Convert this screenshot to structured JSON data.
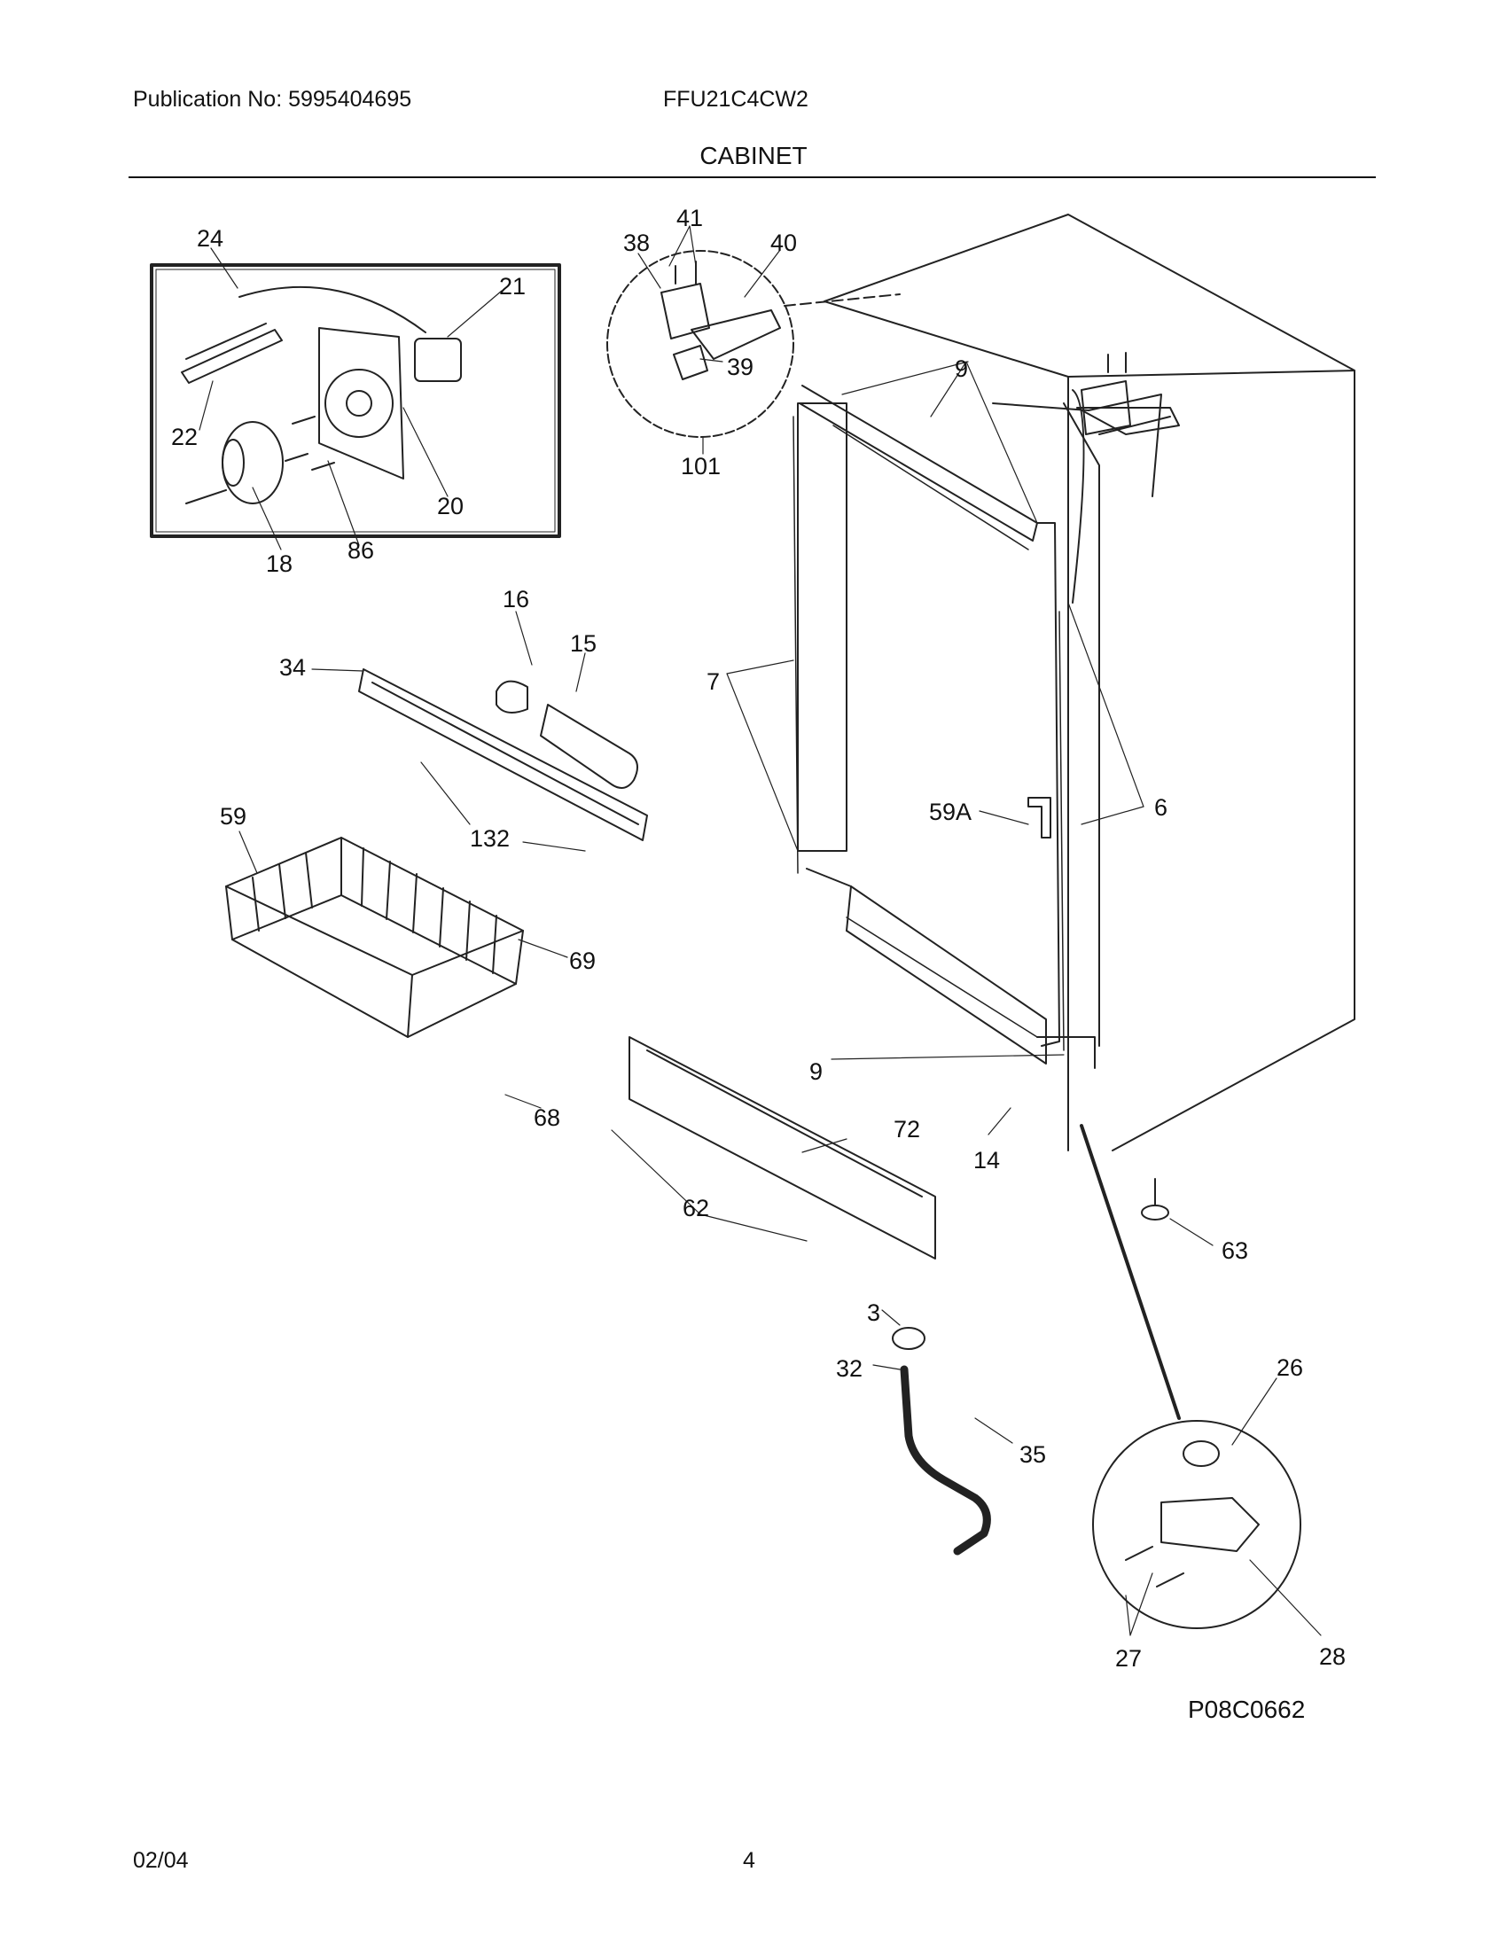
{
  "header": {
    "publication": "Publication No: 5995404695",
    "model": "FFU21C4CW2",
    "title": "CABINET"
  },
  "diagram": {
    "code": "P08C0662",
    "callouts": [
      "24",
      "21",
      "22",
      "20",
      "18",
      "86",
      "41",
      "38",
      "40",
      "39",
      "101",
      "9",
      "7",
      "6",
      "59A",
      "16",
      "15",
      "34",
      "132",
      "59",
      "69",
      "68",
      "72",
      "62",
      "14",
      "63",
      "3",
      "32",
      "35",
      "26",
      "27",
      "28"
    ]
  },
  "footer": {
    "date": "02/04",
    "page": "4"
  }
}
